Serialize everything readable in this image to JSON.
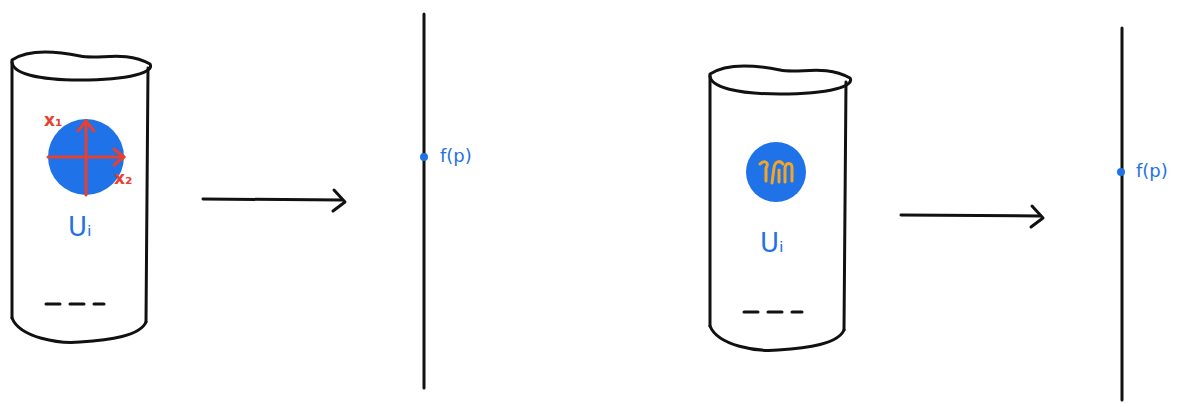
{
  "diagram": {
    "labels": [
      "x₁",
      "x₂",
      "Uᵢ",
      "f(p)",
      "Uᵢ",
      "f(p)"
    ]
  }
}
